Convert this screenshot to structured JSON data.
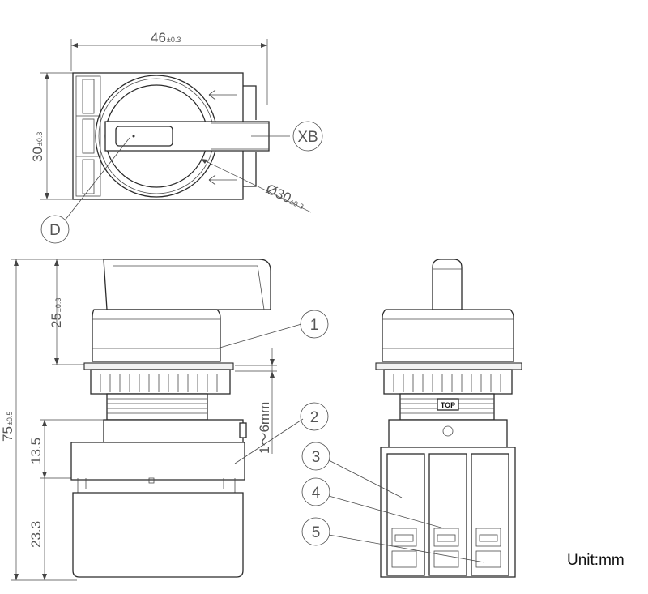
{
  "top_view": {
    "width_dim": "46",
    "width_tol": "±0.3",
    "height_dim": "30",
    "height_tol": "±0.3",
    "diameter_dim": "Ø30",
    "diameter_tol": "±0.3",
    "callout_xb": "XB",
    "callout_d": "D"
  },
  "side_view": {
    "total_dim": "75",
    "total_tol": "±0.5",
    "knob_dim": "25",
    "knob_tol": "±0.3",
    "panel_dim": "1～6mm",
    "block1_dim": "13.5",
    "block2_dim": "23.3"
  },
  "callouts": [
    "1",
    "2",
    "3",
    "4",
    "5"
  ],
  "front_view": {
    "top_marking": "TOP"
  },
  "unit_label": "Unit:mm"
}
